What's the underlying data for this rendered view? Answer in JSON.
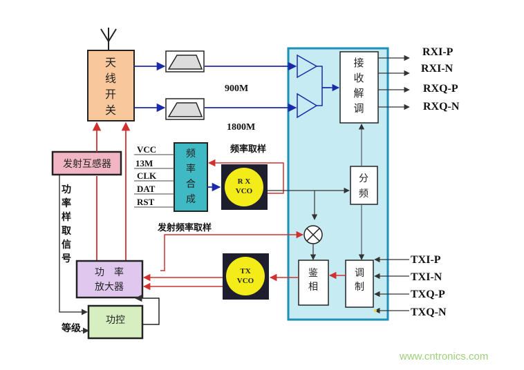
{
  "colors": {
    "outer_panel_fill": "#c7ebf3",
    "outer_panel_stroke": "#1e8fb8",
    "antenna_switch_fill": "#f9c79c",
    "coupler_fill": "#f2b5c4",
    "synth_fill": "#3fb9c4",
    "vco_fill": "#f3ec18",
    "pa_fill": "#dfc7ee",
    "power_ctrl_fill": "#d7eec0",
    "signal_blue": "#1a2aa8",
    "signal_red": "#d0312e",
    "watermark": "#9ed07a"
  },
  "blocks": {
    "antenna_switch": [
      "天",
      "线",
      "开",
      "关"
    ],
    "coupler": "发射互感器",
    "synth": [
      "频",
      "率",
      "合",
      "成"
    ],
    "rx_vco": [
      "R X",
      "VCO"
    ],
    "tx_vco": [
      "TX",
      "VCO"
    ],
    "demod": [
      "接",
      "收",
      "解",
      "调"
    ],
    "divider": [
      "分",
      "频"
    ],
    "phase_det": [
      "鉴",
      "相"
    ],
    "modulator": [
      "调",
      "制"
    ],
    "pa": [
      "功　率",
      "放大器"
    ],
    "power_ctrl": "功控"
  },
  "labels": {
    "band_900": "900M",
    "band_1800": "1800M",
    "freq_sample": "频率取样",
    "tx_freq_sample": "发射频率取样",
    "power_sample": [
      "功",
      "率",
      "样",
      "取",
      "信",
      "号"
    ],
    "level": "等级"
  },
  "synth_inputs": [
    "VCC",
    "13M",
    "CLK",
    "DAT",
    "RST"
  ],
  "rx_outputs": [
    "RXI-P",
    "RXI-N",
    "RXQ-P",
    "RXQ-N"
  ],
  "tx_inputs": [
    "TXI-P",
    "TXI-N",
    "TXQ-P",
    "TXQ-N"
  ],
  "watermark": "www.cntronics.com"
}
